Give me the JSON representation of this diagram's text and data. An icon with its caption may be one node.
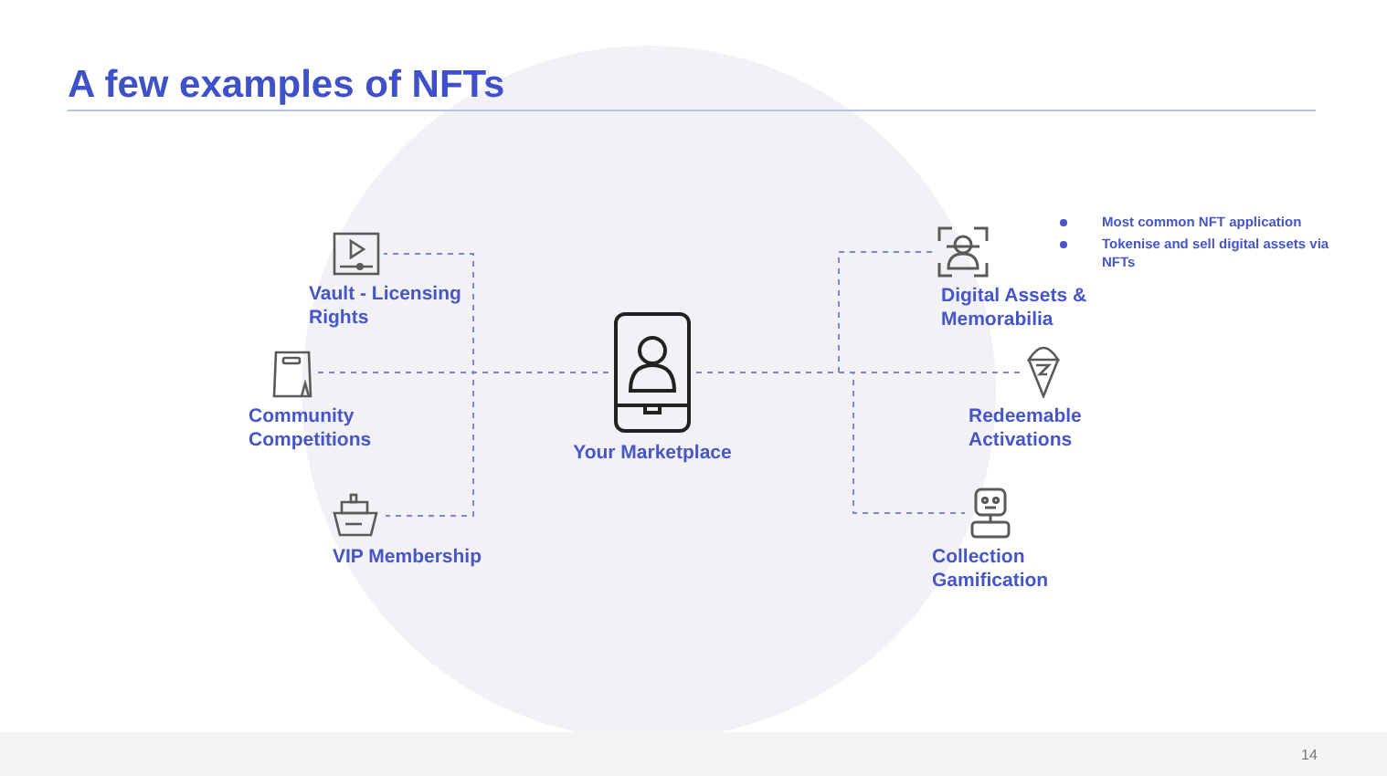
{
  "diagram": {
    "title": "A few examples of NFTs",
    "nodes": [
      {
        "text": [
          "Your Marketplace"
        ]
      },
      {
        "text": [
          "Vault - Licensing Rights"
        ]
      },
      {
        "text": [
          "Community Competitions"
        ]
      },
      {
        "text": [
          "VIP Membership"
        ]
      },
      {
        "text": [
          "Digital Assets & Memorabilia"
        ]
      },
      {
        "text": [
          "Redeemable Activations"
        ]
      },
      {
        "text": [
          "Collection Gamification"
        ]
      }
    ],
    "edges": [
      {
        "from": 0,
        "to": 1,
        "arrow": "none",
        "style": "dashed"
      },
      {
        "from": 0,
        "to": 2,
        "arrow": "none",
        "style": "dashed"
      },
      {
        "from": 0,
        "to": 3,
        "arrow": "none",
        "style": "dashed"
      },
      {
        "from": 0,
        "to": 4,
        "arrow": "none",
        "style": "dashed"
      },
      {
        "from": 0,
        "to": 5,
        "arrow": "none",
        "style": "dashed"
      },
      {
        "from": 0,
        "to": 6,
        "arrow": "none",
        "style": "dashed"
      }
    ],
    "labels": [
      "Most common NFT application",
      "Tokenise and sell digital assets via NFTs",
      "14"
    ]
  }
}
